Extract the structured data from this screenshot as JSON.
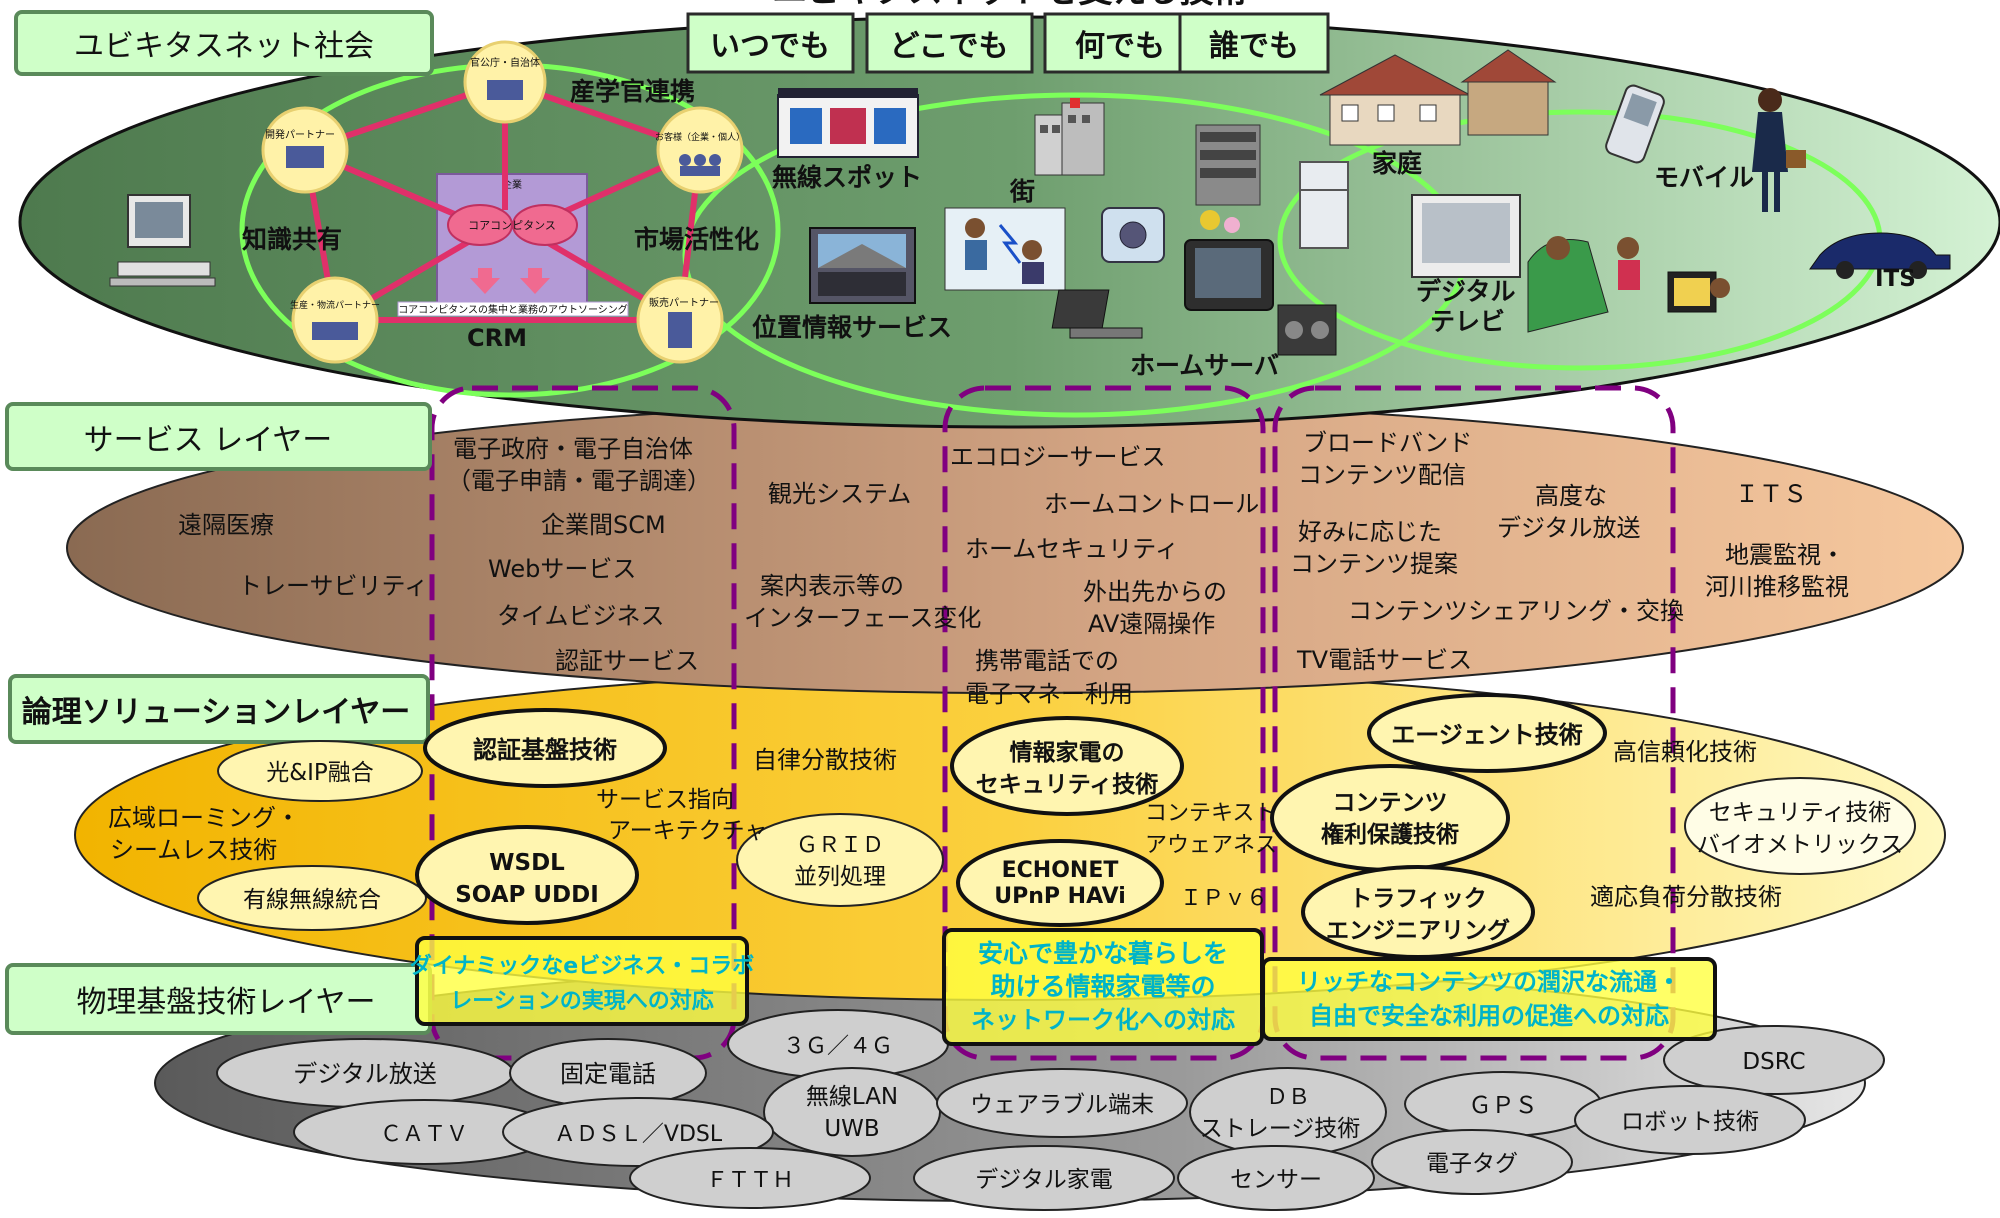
{
  "title_partial": "ユビキタスネットを支える技術",
  "layer_labels": {
    "ubiquitous": "ユビキタスネット社会",
    "service": "サービス レイヤー",
    "logical": "論理ソリューションレイヤー",
    "physical": "物理基盤技術レイヤー"
  },
  "top_keywords": [
    "いつでも",
    "どこでも",
    "何でも",
    "誰でも"
  ],
  "society": {
    "left_labels": {
      "sangaku": "産学官連携",
      "chishiki": "知識共有",
      "shijou": "市場活性化",
      "crm": "CRM"
    },
    "node_labels": {
      "top": "官公庁・自治体",
      "tl": "開発パートナー",
      "tr": "お客様（企業・個人）",
      "bl": "生産・物流パートナー",
      "br": "販売パートナー",
      "core": "コアコンピタンス",
      "company": "企業",
      "strip": "コアコンピタンスの集中と業務のアウトソーシング"
    },
    "scene_labels": {
      "wireless": "無線スポット",
      "machi": "街",
      "location": "位置情報サービス",
      "homeserver": "ホームサーバ",
      "katei": "家庭",
      "digitaltv": [
        "デジタル",
        "テレビ"
      ],
      "mobile": "モバイル",
      "its": "ITS"
    }
  },
  "service_items": [
    {
      "text": "遠隔医療"
    },
    {
      "text": "トレーサビリティ"
    },
    {
      "text": "電子政府・電子自治体"
    },
    {
      "text": "（電子申請・電子調達）"
    },
    {
      "text": "企業間SCM"
    },
    {
      "text": "Webサービス"
    },
    {
      "text": "タイムビジネス"
    },
    {
      "text": "認証サービス"
    },
    {
      "text": "観光システム"
    },
    {
      "text": "案内表示等の"
    },
    {
      "text": "インターフェース変化"
    },
    {
      "text": "エコロジーサービス"
    },
    {
      "text": "ホームコントロール"
    },
    {
      "text": "ホームセキュリティ"
    },
    {
      "text": "外出先からの"
    },
    {
      "text": "AV遠隔操作"
    },
    {
      "text": "携帯電話での"
    },
    {
      "text": "電子マネー利用"
    },
    {
      "text": "ブロードバンド"
    },
    {
      "text": "コンテンツ配信"
    },
    {
      "text": "高度な"
    },
    {
      "text": "デジタル放送"
    },
    {
      "text": "好みに応じた"
    },
    {
      "text": "コンテンツ提案"
    },
    {
      "text": "コンテンツシェアリング・交換"
    },
    {
      "text": "TV電話サービス"
    },
    {
      "text": "ＩＴＳ"
    },
    {
      "text": "地震監視・"
    },
    {
      "text": "河川推移監視"
    }
  ],
  "logical_items": {
    "plain": [
      "広域ローミング・",
      "シームレス技術",
      "サービス指向",
      "アーキテクチャ",
      "自律分散技術",
      "コンテキスト",
      "アウェアネス",
      "ＩＰｖ６",
      "高信頼化技術",
      "適応負荷分散技術"
    ],
    "ovals_thin": [
      [
        "光&IP融合"
      ],
      [
        "有線無線統合"
      ],
      [
        "ＧＲＩＤ",
        "並列処理"
      ],
      [
        "セキュリティ技術",
        "バイオメトリックス"
      ]
    ],
    "ovals_bold": [
      [
        "認証基盤技術"
      ],
      [
        "WSDL",
        "SOAP  UDDI"
      ],
      [
        "情報家電の",
        "セキュリティ技術"
      ],
      [
        "ECHONET",
        "UPnP    HAVi"
      ],
      [
        "エージェント技術"
      ],
      [
        "コンテンツ",
        "権利保護技術"
      ],
      [
        "トラフィック",
        "エンジニアリング"
      ]
    ]
  },
  "highlight_boxes": [
    [
      "ダイナミックなeビジネス・コラボ",
      "レーションの実現への対応"
    ],
    [
      "安心で豊かな暮らしを",
      "助ける情報家電等の",
      "ネットワーク化への対応"
    ],
    [
      "リッチなコンテンツの潤沢な流通・",
      "自由で安全な利用の促進への対応"
    ]
  ],
  "physical_items": [
    "デジタル放送",
    "固定電話",
    "３Ｇ／４Ｇ",
    "無線LAN",
    "UWB",
    "ウェアラブル端末",
    "ＤＢ",
    "ストレージ技術",
    "ＧＰＳ",
    "DSRC",
    "ロボット技術",
    "ＣＡＴＶ",
    "ＡＤＳＬ／VDSL",
    "ＦＴＴＨ",
    "デジタル家電",
    "センサー",
    "電子タグ"
  ],
  "colors": {
    "society_fill": "#5e8c5e",
    "service_fill": "#c89a78",
    "logical_fill": "#f7c52c",
    "physical_fill": "#8c8c8c",
    "label_fill": "#cfffc8",
    "keyword_fill": "#cfffc8",
    "dash": "#800080",
    "highlight_fill": "#ffff40",
    "highlight_text": "#00b4c8",
    "link_line": "#e0306a",
    "ring_line": "#7cff5a"
  }
}
